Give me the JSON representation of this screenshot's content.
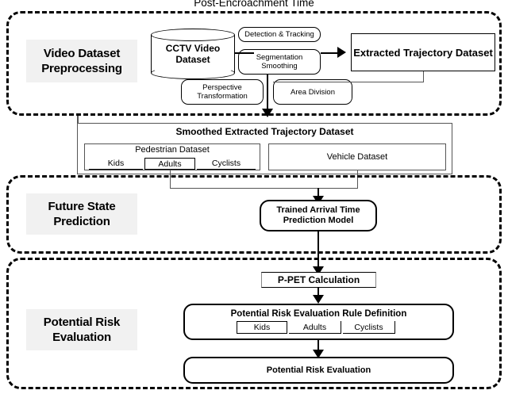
{
  "title": "Post-Encroachment Time",
  "stages": [
    {
      "id": "video-dataset-preprocessing",
      "label": "Video Dataset\nPreprocessing",
      "label_line1": "Video Dataset",
      "label_line2": "Preprocessing"
    },
    {
      "id": "future-state-prediction",
      "label_line1": "Future State",
      "label_line2": "Prediction"
    },
    {
      "id": "potential-risk-evaluation",
      "label_line1": "Potential Risk",
      "label_line2": "Evaluation"
    }
  ],
  "preprocessing": {
    "source_db_line1": "CCTV Video",
    "source_db_line2": "Dataset",
    "process_detection": "Detection & Tracking",
    "process_segmentation_line1": "Segmentation",
    "process_segmentation_line2": "Smoothing",
    "process_perspective_line1": "Perspective",
    "process_perspective_line2": "Transformation",
    "process_area_division": "Area Division",
    "output_dataset": "Extracted Trajectory Dataset"
  },
  "smoothed": {
    "title": "Smoothed Extracted Trajectory Dataset",
    "pedestrian_dataset": "Pedestrian Dataset",
    "vehicle_dataset": "Vehicle Dataset",
    "categories": [
      "Kids",
      "Adults",
      "Cyclists"
    ]
  },
  "prediction": {
    "model_line1": "Trained Arrival Time",
    "model_line2": "Prediction Model"
  },
  "risk": {
    "ppet_calculation": "P-PET Calculation",
    "rule_definition": "Potential Risk Evaluation Rule Definition",
    "categories": [
      "Kids",
      "Adults",
      "Cyclists"
    ],
    "final_evaluation": "Potential Risk Evaluation"
  },
  "colors": {
    "stroke": "#000000",
    "label_plate": "#f1f1f1",
    "background": "#ffffff"
  }
}
